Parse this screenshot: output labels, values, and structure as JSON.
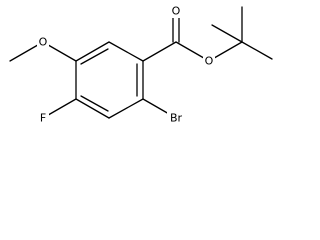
{
  "molecule": {
    "atoms": {
      "o_carbonyl": "O",
      "o_ester": "O",
      "o_methoxy": "O",
      "fluorine": "F",
      "bromine": "Br"
    }
  },
  "colors": {
    "bond": "#000000",
    "label": "#000000",
    "background": "#ffffff"
  }
}
